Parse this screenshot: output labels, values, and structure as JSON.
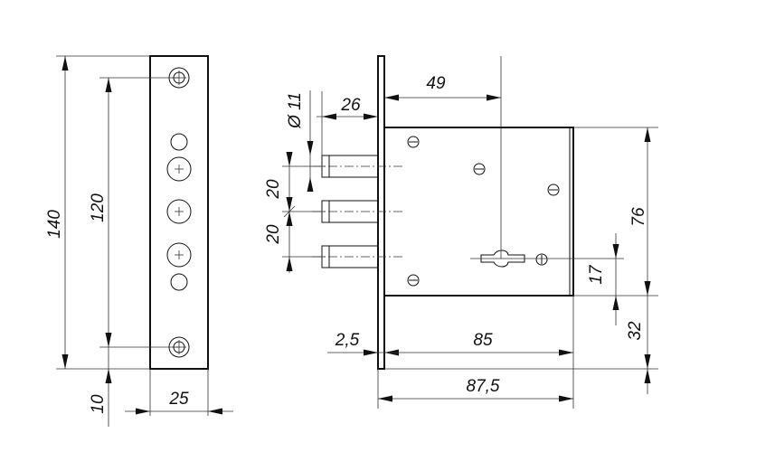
{
  "colors": {
    "line": "#111111",
    "background": "#ffffff"
  },
  "front_view": {
    "dim_total_height": "140",
    "dim_hole_spacing": "120",
    "dim_bottom_offset": "10",
    "dim_plate_width": "25"
  },
  "side_view": {
    "dim_bolt_diameter": "Ø 11",
    "dim_bolt_length": "26",
    "dim_backset": "49",
    "dim_bolt_pitch_upper": "20",
    "dim_bolt_pitch_lower": "20",
    "dim_case_height": "76",
    "dim_keyhole_height": "17",
    "dim_case_to_bottom": "32",
    "dim_faceplate_thickness": "2,5",
    "dim_case_depth": "85",
    "dim_overall_depth": "87,5"
  }
}
